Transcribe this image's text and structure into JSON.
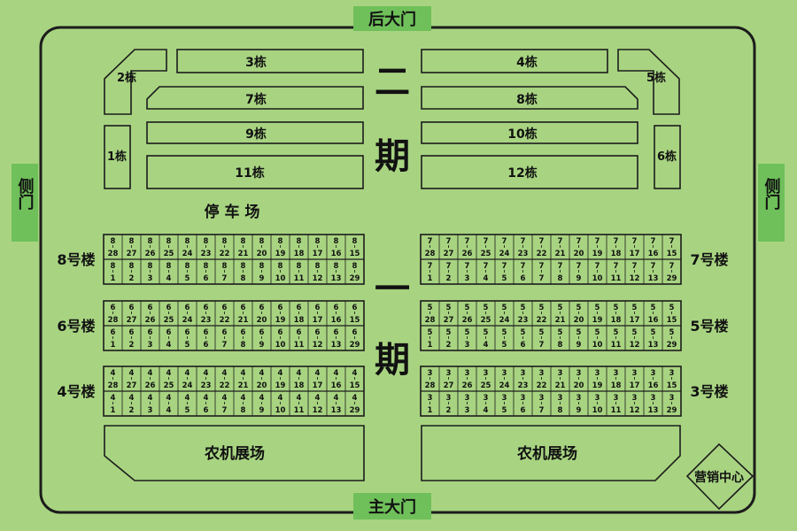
{
  "colors": {
    "background": "#a8d481",
    "gate_fill": "#6fc05a",
    "outline": "#1c1c1c",
    "text": "#111111"
  },
  "gates": {
    "rear": "后大门",
    "main": "主大门",
    "side_left": "侧门",
    "side_right": "侧门"
  },
  "phase_two": {
    "char1": "二",
    "char2": "期"
  },
  "phase_one": {
    "char1": "一",
    "char2": "期"
  },
  "buildings": {
    "b1": "1栋",
    "b2": "2栋",
    "b3": "3栋",
    "b4": "4栋",
    "b5": "5栋",
    "b6": "6栋",
    "b7": "7栋",
    "b8": "8栋",
    "b9": "9栋",
    "b10": "10栋",
    "b11": "11栋",
    "b12": "12栋"
  },
  "parking": "停 车 场",
  "blocks": {
    "b8": {
      "label": "8号楼",
      "building": "8"
    },
    "b7": {
      "label": "7号楼",
      "building": "7"
    },
    "b6": {
      "label": "6号楼",
      "building": "6"
    },
    "b5": {
      "label": "5号楼",
      "building": "5"
    },
    "b4": {
      "label": "4号楼",
      "building": "4"
    },
    "b3": {
      "label": "3号楼",
      "building": "3"
    }
  },
  "unit_numbers": {
    "top_row": [
      "28",
      "27",
      "26",
      "25",
      "24",
      "23",
      "22",
      "21",
      "20",
      "19",
      "18",
      "17",
      "16",
      "15"
    ],
    "bottom_row": [
      "1",
      "2",
      "3",
      "4",
      "5",
      "6",
      "7",
      "8",
      "9",
      "10",
      "11",
      "12",
      "13",
      "29"
    ]
  },
  "exhibition_left": "农机展场",
  "exhibition_right": "农机展场",
  "marketing_center": "营销中心"
}
